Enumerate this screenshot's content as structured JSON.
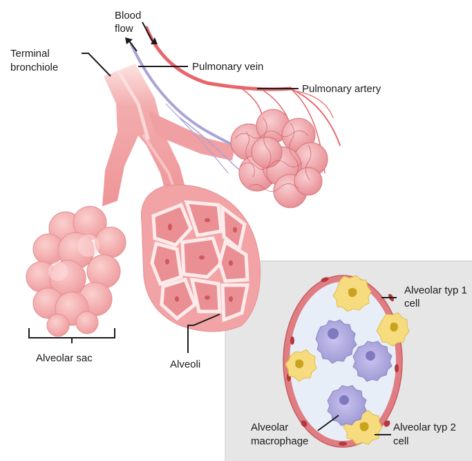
{
  "labels": {
    "blood_flow_line1": "Blood",
    "blood_flow_line2": "flow",
    "terminal_bronchiole_line1": "Terminal",
    "terminal_bronchiole_line2": "bronchiole",
    "pulmonary_vein": "Pulmonary vein",
    "pulmonary_artery": "Pulmonary artery",
    "alveolar_sac": "Alveolar sac",
    "alveoli": "Alveoli",
    "alveolar_type1_line1": "Alveolar typ 1",
    "alveolar_type1_line2": "cell",
    "alveolar_type2_line1": "Alveolar typ 2",
    "alveolar_type2_line2": "cell",
    "macrophage_line1": "Alveolar",
    "macrophage_line2": "macrophage"
  },
  "colors": {
    "airway": "#f2a3a5",
    "airway_light": "#fbd3d3",
    "alveolus": "#f4a7aa",
    "artery": "#e8666b",
    "vein": "#a9a3d6",
    "inset_bg": "#e6e6e6",
    "lumen": "#e8eef8",
    "macrophage": "#b3aee0",
    "type2_cell": "#f6dc7e"
  }
}
